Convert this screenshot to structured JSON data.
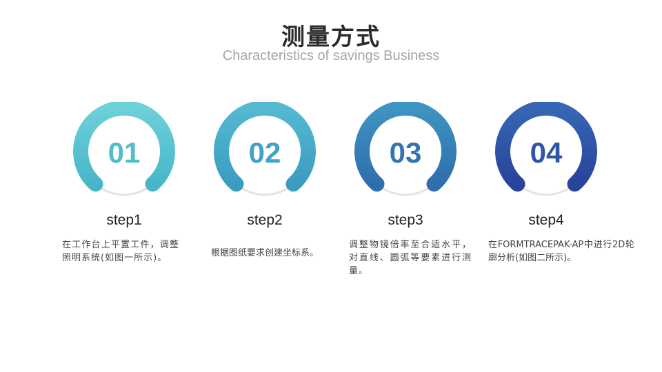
{
  "header": {
    "title": "测量方式",
    "subtitle": "Characteristics of savings Business"
  },
  "steps": [
    {
      "number": "01",
      "label": "step1",
      "description": "在工作台上平置工件，调整照明系统(如图一所示)。",
      "color_start": "#6dd0da",
      "color_end": "#48b6c8"
    },
    {
      "number": "02",
      "label": "step2",
      "description": "根据图纸要求创建坐标系。",
      "color_start": "#55b9d2",
      "color_end": "#3a9cc0"
    },
    {
      "number": "03",
      "label": "step3",
      "description": "调整物镜倍率至合适水平，对直线、圆弧等要素进行测量。",
      "color_start": "#3e94c2",
      "color_end": "#2f6eac"
    },
    {
      "number": "04",
      "label": "step4",
      "description": "在FORMTRACEPAK-AP中进行2D轮廓分析(如图二所示)。",
      "color_start": "#3766b4",
      "color_end": "#27449a"
    }
  ]
}
